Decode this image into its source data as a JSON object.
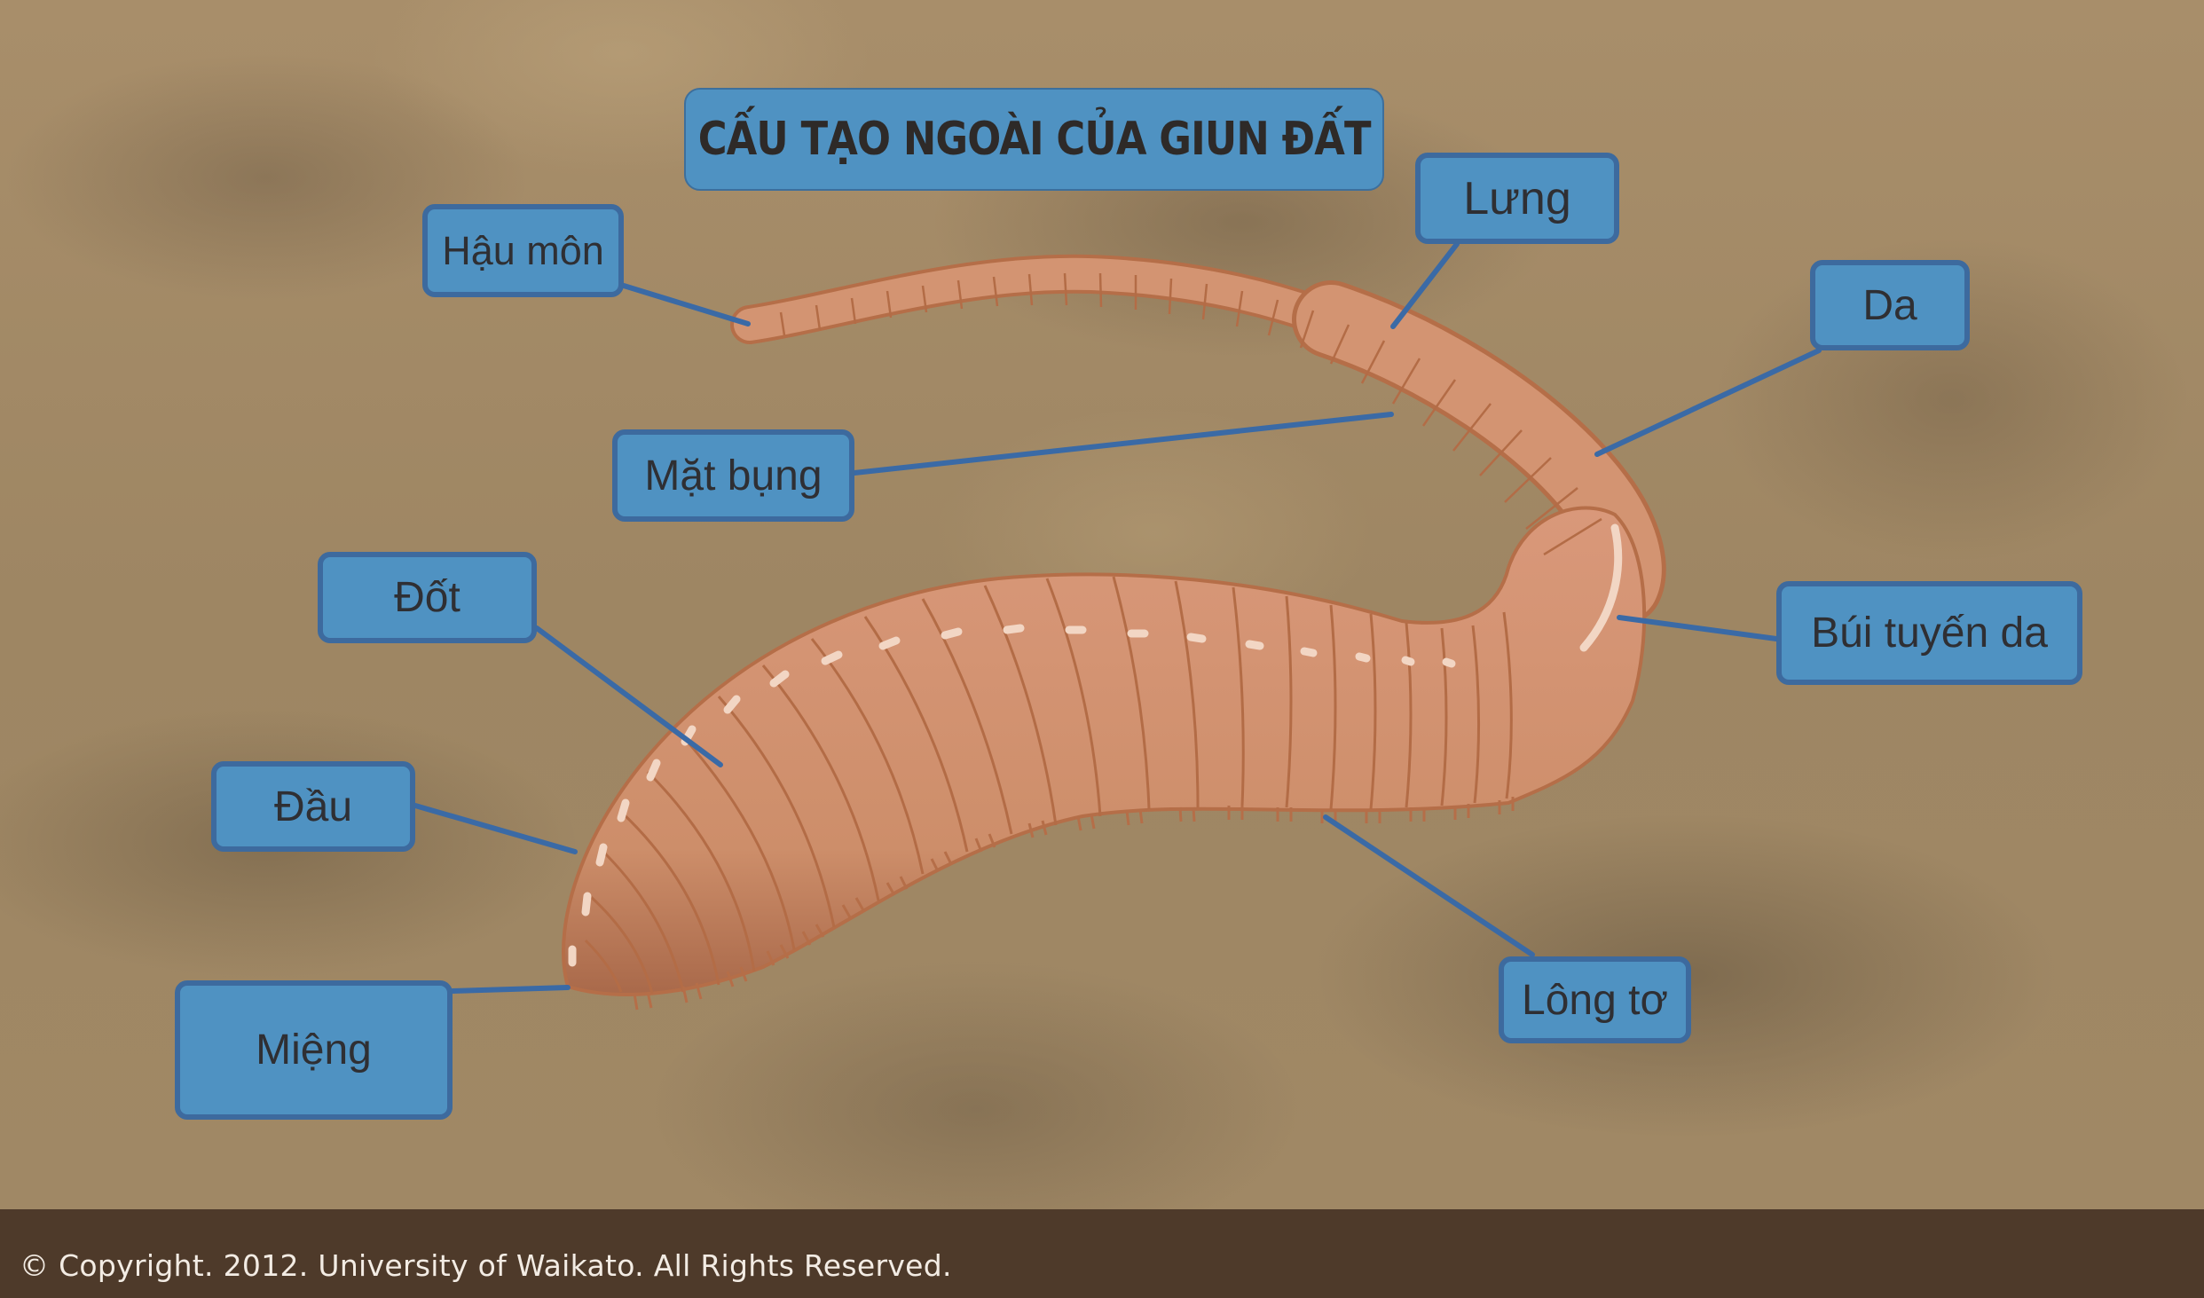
{
  "diagram": {
    "title": "CẤU TẠO NGOÀI CỦA GIUN ĐẤT",
    "subject": "earthworm",
    "labels": [
      {
        "id": "hau-mon",
        "text": "Hậu môn"
      },
      {
        "id": "lung",
        "text": "Lưng"
      },
      {
        "id": "da",
        "text": "Da"
      },
      {
        "id": "mat-bung",
        "text": "Mặt bụng"
      },
      {
        "id": "dot",
        "text": "Đốt"
      },
      {
        "id": "bui-tuyen-da",
        "text": "Búi tuyến da"
      },
      {
        "id": "dau",
        "text": "Đầu"
      },
      {
        "id": "mieng",
        "text": "Miệng"
      },
      {
        "id": "long-to",
        "text": "Lông tơ"
      }
    ]
  },
  "footer": {
    "copyright": "© Copyright. 2012. University of Waikato. All Rights Reserved."
  },
  "colors": {
    "label_fill": "#4f92c2",
    "label_border": "#3d6a9e",
    "leader_line": "#3a6aa6",
    "worm_body": "#d0906a",
    "worm_outline": "#b56e48",
    "footer_bg": "#4e3a2a"
  }
}
